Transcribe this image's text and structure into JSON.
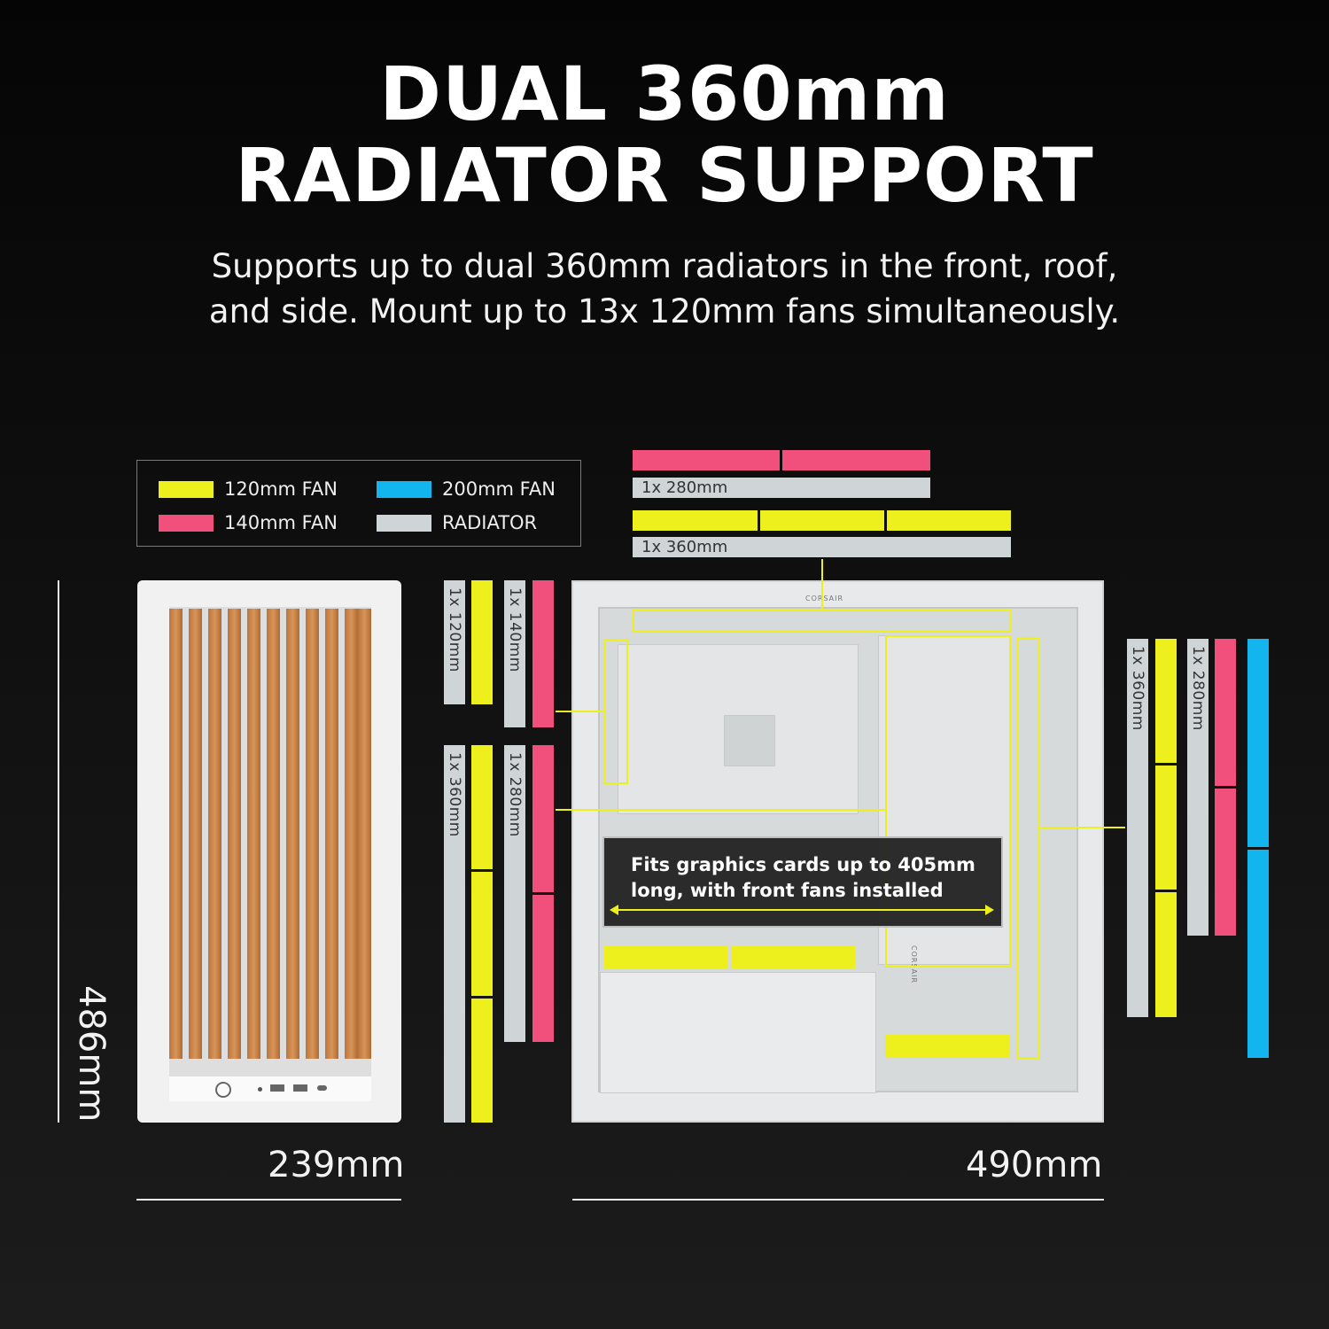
{
  "title": [
    "DUAL 360mm",
    "RADIATOR SUPPORT"
  ],
  "subtitle": [
    "Supports up to dual 360mm radiators in the front, roof,",
    "and side. Mount up to 13x 120mm fans simultaneously."
  ],
  "legend": {
    "fan120": "120mm FAN",
    "fan140": "140mm FAN",
    "fan200": "200mm FAN",
    "radiator": "RADIATOR"
  },
  "colors": {
    "fan120": "#eef01e",
    "fan140": "#f1507d",
    "fan200": "#12b5ee",
    "radiator": "#cfd4d6",
    "wood": "#d08d52"
  },
  "top": {
    "rad280": "1x 280mm",
    "rad360": "1x 360mm"
  },
  "left_stack": {
    "rad120": "1x 120mm",
    "rad140": "1x 140mm",
    "rad360": "1x 360mm",
    "rad280": "1x 280mm"
  },
  "right_stack": {
    "rad360": "1x 360mm",
    "rad280": "1x 280mm"
  },
  "gpu_note": [
    "Fits graphics cards up to 405mm",
    "long, with front fans installed"
  ],
  "dimensions": {
    "height": "486mm",
    "width": "239mm",
    "depth": "490mm"
  },
  "branding": {
    "case": "CORSAIR",
    "side": "CORSAIR"
  }
}
